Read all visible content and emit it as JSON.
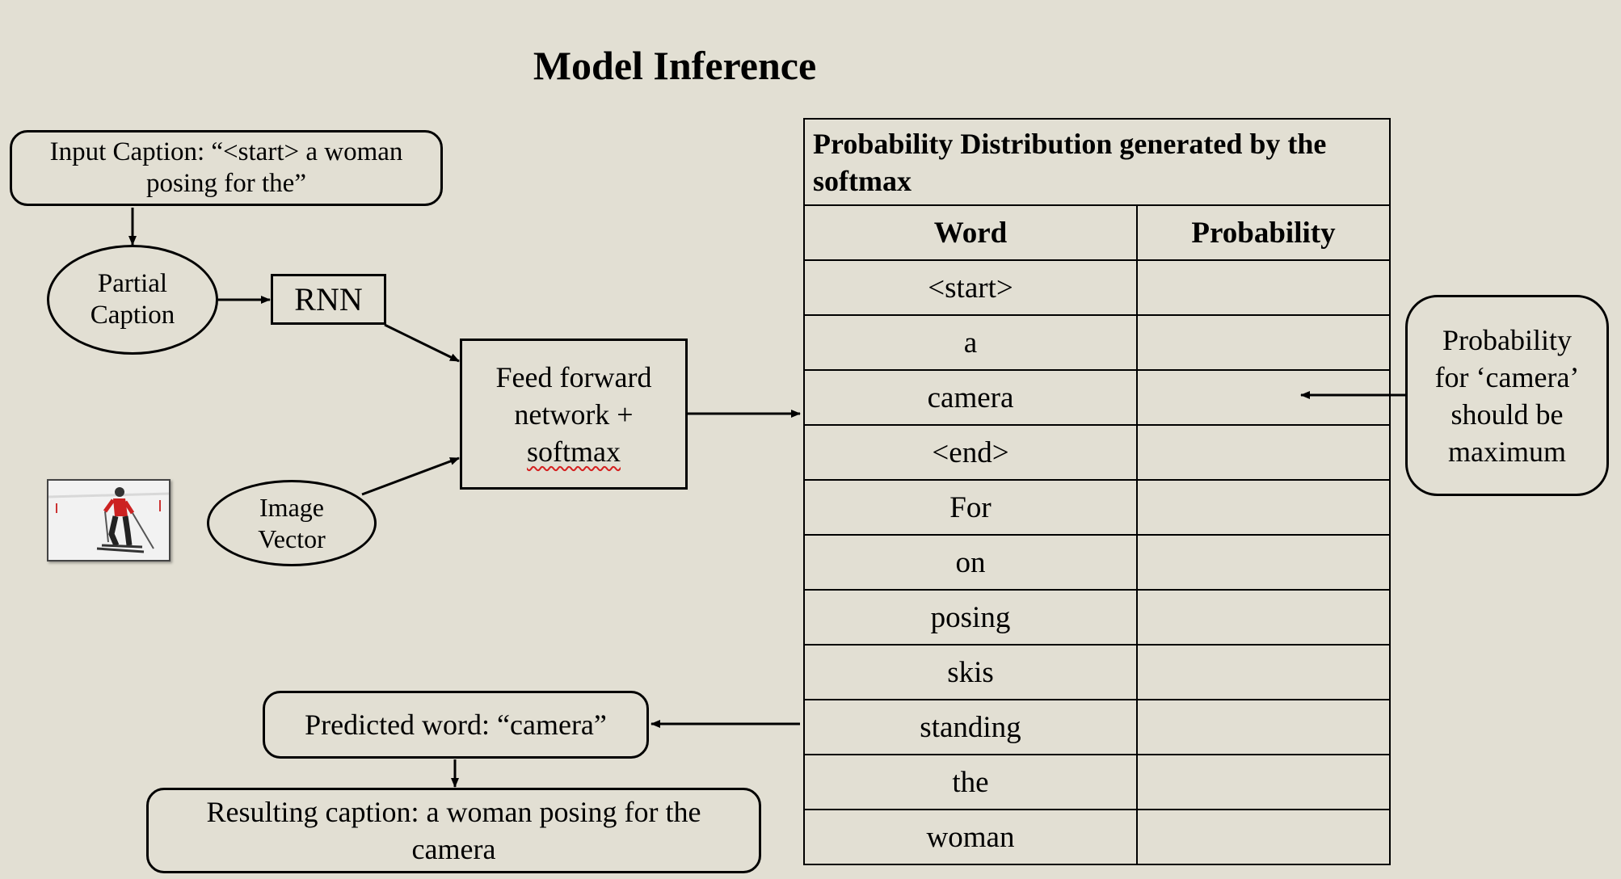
{
  "title": "Model Inference",
  "input_caption": "Input Caption: “<start> a woman posing for the”",
  "partial_caption": {
    "line1": "Partial",
    "line2": "Caption"
  },
  "rnn_label": "RNN",
  "feed_forward": {
    "line1": "Feed forward",
    "line2": "network +",
    "line3": "softmax"
  },
  "image_vector": {
    "line1": "Image",
    "line2": "Vector"
  },
  "predicted_word": "Predicted word: “camera”",
  "resulting_caption": "Resulting caption: a woman posing for the camera",
  "callout": {
    "line1": "Probability",
    "line2": "for ‘camera’",
    "line3": "should be",
    "line4": "maximum"
  },
  "table": {
    "caption": "Probability Distribution generated by the softmax",
    "headers": [
      "Word",
      "Probability"
    ],
    "rows": [
      {
        "word": "<start>",
        "probability": ""
      },
      {
        "word": "a",
        "probability": ""
      },
      {
        "word": "camera",
        "probability": ""
      },
      {
        "word": "<end>",
        "probability": ""
      },
      {
        "word": "For",
        "probability": ""
      },
      {
        "word": "on",
        "probability": ""
      },
      {
        "word": "posing",
        "probability": ""
      },
      {
        "word": "skis",
        "probability": ""
      },
      {
        "word": "standing",
        "probability": ""
      },
      {
        "word": "the",
        "probability": ""
      },
      {
        "word": "woman",
        "probability": ""
      }
    ]
  },
  "colors": {
    "background": "#e2dfd3",
    "stroke": "#000000",
    "spellcheck_underline": "#d42020"
  }
}
